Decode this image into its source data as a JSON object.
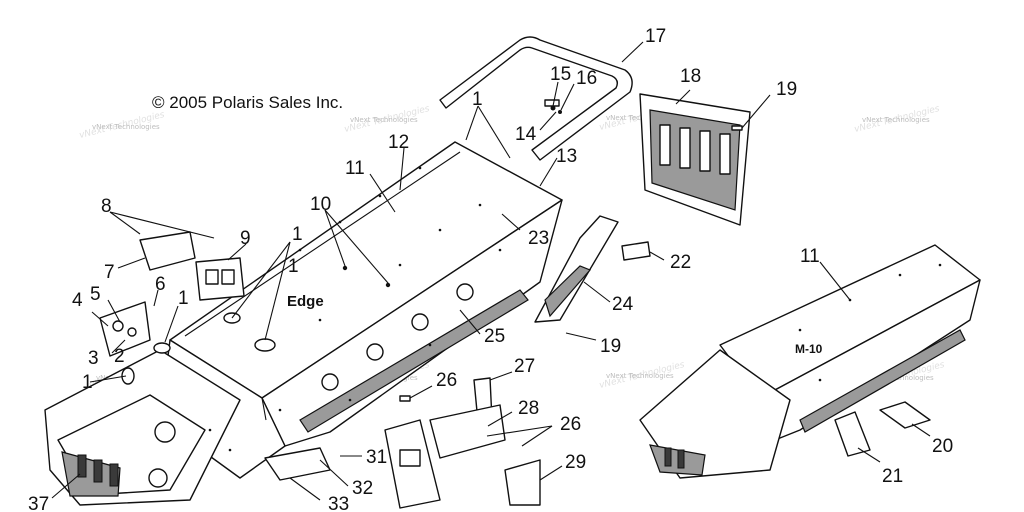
{
  "copyright": "© 2005 Polaris Sales Inc.",
  "watermark": "vNext Technologies",
  "model_labels": {
    "edge": "Edge",
    "m10": "M-10"
  },
  "callouts": [
    {
      "id": "c1a",
      "label": "1"
    },
    {
      "id": "c1b",
      "label": "1"
    },
    {
      "id": "c1c",
      "label": "1"
    },
    {
      "id": "c1d",
      "label": "1"
    },
    {
      "id": "c1e",
      "label": "1"
    },
    {
      "id": "c2",
      "label": "2"
    },
    {
      "id": "c3",
      "label": "3"
    },
    {
      "id": "c4",
      "label": "4"
    },
    {
      "id": "c5",
      "label": "5"
    },
    {
      "id": "c6",
      "label": "6"
    },
    {
      "id": "c7",
      "label": "7"
    },
    {
      "id": "c8",
      "label": "8"
    },
    {
      "id": "c9",
      "label": "9"
    },
    {
      "id": "c10",
      "label": "10"
    },
    {
      "id": "c11a",
      "label": "11"
    },
    {
      "id": "c11b",
      "label": "11"
    },
    {
      "id": "c12",
      "label": "12"
    },
    {
      "id": "c13",
      "label": "13"
    },
    {
      "id": "c14",
      "label": "14"
    },
    {
      "id": "c15",
      "label": "15"
    },
    {
      "id": "c16",
      "label": "16"
    },
    {
      "id": "c17",
      "label": "17"
    },
    {
      "id": "c18",
      "label": "18"
    },
    {
      "id": "c19a",
      "label": "19"
    },
    {
      "id": "c19b",
      "label": "19"
    },
    {
      "id": "c20",
      "label": "20"
    },
    {
      "id": "c21",
      "label": "21"
    },
    {
      "id": "c22",
      "label": "22"
    },
    {
      "id": "c23",
      "label": "23"
    },
    {
      "id": "c24",
      "label": "24"
    },
    {
      "id": "c25",
      "label": "25"
    },
    {
      "id": "c26a",
      "label": "26"
    },
    {
      "id": "c26b",
      "label": "26"
    },
    {
      "id": "c27",
      "label": "27"
    },
    {
      "id": "c28",
      "label": "28"
    },
    {
      "id": "c29",
      "label": "29"
    },
    {
      "id": "c31",
      "label": "31"
    },
    {
      "id": "c32",
      "label": "32"
    },
    {
      "id": "c33",
      "label": "33"
    },
    {
      "id": "c37",
      "label": "37"
    }
  ]
}
